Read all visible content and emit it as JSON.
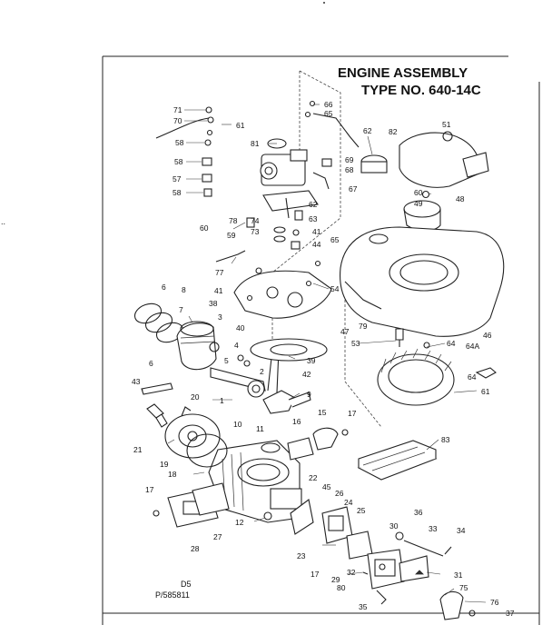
{
  "title": {
    "line1": "ENGINE ASSEMBLY",
    "line2": "TYPE NO. 640-14C"
  },
  "footer": {
    "code": "D5",
    "ref": "P/585811"
  },
  "stray_marks": {
    "dot_text": ".."
  },
  "callouts": [
    {
      "id": "c71",
      "text": "71"
    },
    {
      "id": "c70",
      "text": "70"
    },
    {
      "id": "c61a",
      "text": "61"
    },
    {
      "id": "c58a",
      "text": "58"
    },
    {
      "id": "c58b",
      "text": "58"
    },
    {
      "id": "c57",
      "text": "57"
    },
    {
      "id": "c58c",
      "text": "58"
    },
    {
      "id": "c66",
      "text": "66"
    },
    {
      "id": "c65a",
      "text": "65"
    },
    {
      "id": "c62a",
      "text": "62"
    },
    {
      "id": "c82",
      "text": "82"
    },
    {
      "id": "c51",
      "text": "51"
    },
    {
      "id": "c81",
      "text": "81"
    },
    {
      "id": "c69",
      "text": "69"
    },
    {
      "id": "c68",
      "text": "68"
    },
    {
      "id": "c67",
      "text": "67"
    },
    {
      "id": "c60a",
      "text": "60"
    },
    {
      "id": "c49",
      "text": "49"
    },
    {
      "id": "c48",
      "text": "48"
    },
    {
      "id": "c62b",
      "text": "62"
    },
    {
      "id": "c63",
      "text": "63"
    },
    {
      "id": "c60b",
      "text": "60"
    },
    {
      "id": "c78",
      "text": "78"
    },
    {
      "id": "c74",
      "text": "74"
    },
    {
      "id": "c73",
      "text": "73"
    },
    {
      "id": "c41a",
      "text": "41"
    },
    {
      "id": "c59",
      "text": "59"
    },
    {
      "id": "c44",
      "text": "44"
    },
    {
      "id": "c65b",
      "text": "65"
    },
    {
      "id": "c77",
      "text": "77"
    },
    {
      "id": "c41b",
      "text": "41"
    },
    {
      "id": "c54",
      "text": "54"
    },
    {
      "id": "c38",
      "text": "38"
    },
    {
      "id": "c6a",
      "text": "6"
    },
    {
      "id": "c8",
      "text": "8"
    },
    {
      "id": "c7",
      "text": "7"
    },
    {
      "id": "c3",
      "text": "3"
    },
    {
      "id": "c40",
      "text": "40"
    },
    {
      "id": "c47",
      "text": "47"
    },
    {
      "id": "c79",
      "text": "79"
    },
    {
      "id": "c46",
      "text": "46"
    },
    {
      "id": "c53",
      "text": "53"
    },
    {
      "id": "c64a",
      "text": "64"
    },
    {
      "id": "c64A",
      "text": "64A"
    },
    {
      "id": "c39",
      "text": "39"
    },
    {
      "id": "c4",
      "text": "4"
    },
    {
      "id": "c5",
      "text": "5"
    },
    {
      "id": "c2",
      "text": "2"
    },
    {
      "id": "c42",
      "text": "42"
    },
    {
      "id": "c6b",
      "text": "6"
    },
    {
      "id": "c64b",
      "text": "64"
    },
    {
      "id": "c43",
      "text": "43"
    },
    {
      "id": "c9",
      "text": "9"
    },
    {
      "id": "c61b",
      "text": "61"
    },
    {
      "id": "c1",
      "text": "1"
    },
    {
      "id": "c20",
      "text": "20"
    },
    {
      "id": "c15",
      "text": "15"
    },
    {
      "id": "c17a",
      "text": "17"
    },
    {
      "id": "c21",
      "text": "21"
    },
    {
      "id": "c10",
      "text": "10"
    },
    {
      "id": "c11",
      "text": "11"
    },
    {
      "id": "c16",
      "text": "16"
    },
    {
      "id": "c83",
      "text": "83"
    },
    {
      "id": "c19",
      "text": "19"
    },
    {
      "id": "c18",
      "text": "18"
    },
    {
      "id": "c22",
      "text": "22"
    },
    {
      "id": "c45",
      "text": "45"
    },
    {
      "id": "c26",
      "text": "26"
    },
    {
      "id": "c24",
      "text": "24"
    },
    {
      "id": "c17b",
      "text": "17"
    },
    {
      "id": "c36",
      "text": "36"
    },
    {
      "id": "c25",
      "text": "25"
    },
    {
      "id": "c12",
      "text": "12"
    },
    {
      "id": "c27",
      "text": "27"
    },
    {
      "id": "c30",
      "text": "30"
    },
    {
      "id": "c33",
      "text": "33"
    },
    {
      "id": "c34",
      "text": "34"
    },
    {
      "id": "c28",
      "text": "28"
    },
    {
      "id": "c23",
      "text": "23"
    },
    {
      "id": "c17c",
      "text": "17"
    },
    {
      "id": "c32",
      "text": "32"
    },
    {
      "id": "c31",
      "text": "31"
    },
    {
      "id": "c29",
      "text": "29"
    },
    {
      "id": "c80",
      "text": "80"
    },
    {
      "id": "c75",
      "text": "75"
    },
    {
      "id": "c35",
      "text": "35"
    },
    {
      "id": "c76",
      "text": "76"
    },
    {
      "id": "c37",
      "text": "37"
    }
  ]
}
